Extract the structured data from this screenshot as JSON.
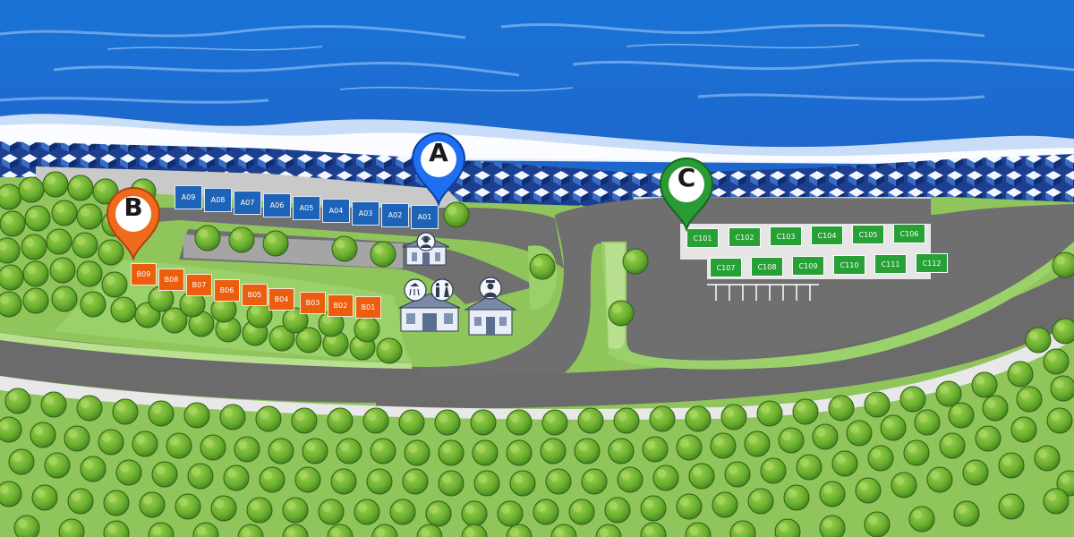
{
  "colors": {
    "sea": "#1c6fd0",
    "seawall": "#1a3f8c",
    "road": "#777777",
    "lawn": "#9ad06a",
    "forest": "#5da52c",
    "zone_a": "#1d63b8",
    "zone_b": "#ec5d0e",
    "zone_c": "#27a035"
  },
  "zones": [
    {
      "letter": "A",
      "color": "#1f6ff0",
      "slots": [
        "A09",
        "A08",
        "A07",
        "A06",
        "A05",
        "A04",
        "A03",
        "A02",
        "A01"
      ]
    },
    {
      "letter": "B",
      "color": "#ef6a1c",
      "slots": [
        "B09",
        "B08",
        "B07",
        "B06",
        "B05",
        "B04",
        "B03",
        "B02",
        "B01"
      ]
    },
    {
      "letter": "C",
      "color": "#2a9a34",
      "slots": [
        "C101",
        "C102",
        "C103",
        "C104",
        "C105",
        "C106",
        "C107",
        "C108",
        "C109",
        "C110",
        "C111",
        "C112"
      ]
    }
  ],
  "facilities": [
    {
      "name": "reception-building",
      "icon": "headset-person-icon"
    },
    {
      "name": "shower-restroom-building",
      "icon": "shower-restroom-icon"
    },
    {
      "name": "management-office",
      "icon": "staff-person-icon"
    }
  ]
}
